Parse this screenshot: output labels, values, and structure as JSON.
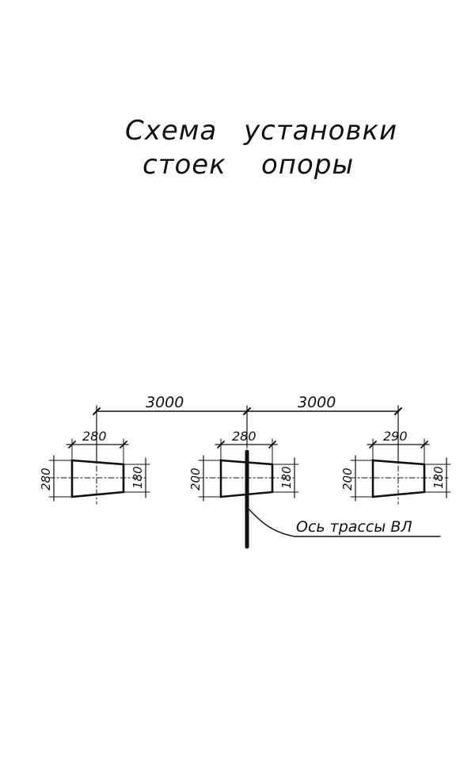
{
  "title": {
    "line1_word1": "Схема",
    "line1_word2": "установки",
    "line2_word1": "стоек",
    "line2_word2": "опоры"
  },
  "dimensions": {
    "span_left": "3000",
    "span_right": "3000",
    "post_left": {
      "top": "280",
      "left_side": "280",
      "right_side": "180"
    },
    "post_center": {
      "top": "280",
      "left_side": "200",
      "right_side": "180"
    },
    "post_right": {
      "top": "290",
      "left_side": "200",
      "right_side": "180"
    }
  },
  "axis_label": "Ось трассы ВЛ"
}
